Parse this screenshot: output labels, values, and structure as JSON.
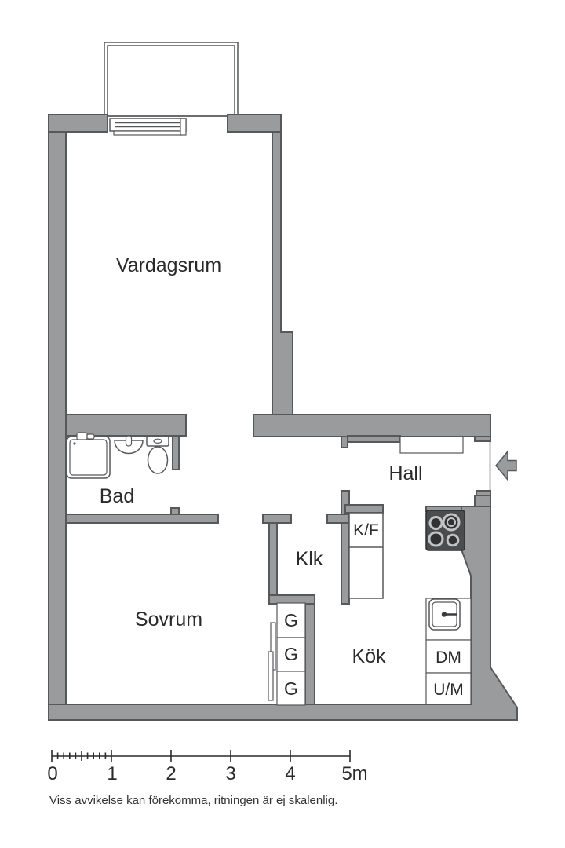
{
  "colors": {
    "wall": "#9a9b9d",
    "wall_outline": "#57585a",
    "stove_body": "#4a4c4e",
    "stove_burner_ring": "#c3c4c6",
    "text": "#2a2a2a"
  },
  "rooms": {
    "living_room": "Vardagsrum",
    "bathroom": "Bad",
    "hall": "Hall",
    "closet": "Klk",
    "fridge_freezer": "K/F",
    "bedroom": "Sovrum",
    "kitchen": "Kök",
    "wardrobes": [
      "G",
      "G",
      "G"
    ],
    "dishwasher": "DM",
    "oven_micro": "U/M"
  },
  "icons": {
    "entry": "entry-arrow-icon",
    "stove": "stove-burners-icon",
    "shower": "shower-icon",
    "washbasin": "washbasin-icon",
    "toilet": "toilet-icon",
    "kitchen_sink": "kitchen-sink-icon"
  },
  "scale_bar": {
    "tick_labels": [
      "0",
      "1",
      "2",
      "3",
      "4",
      "5m"
    ]
  },
  "disclaimer": "Viss avvikelse kan förekomma, ritningen är ej skalenlig."
}
